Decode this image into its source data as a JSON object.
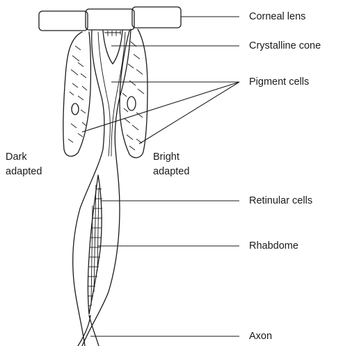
{
  "labels": {
    "corneal_lens": "Corneal lens",
    "crystalline_cone": "Crystalline cone",
    "pigment_cells": "Pigment cells",
    "dark_line1": "Dark",
    "dark_line2": "adapted",
    "bright_line1": "Bright",
    "bright_line2": "adapted",
    "retinular_cells": "Retinular cells",
    "rhabdome": "Rhabdome",
    "axon": "Axon"
  }
}
